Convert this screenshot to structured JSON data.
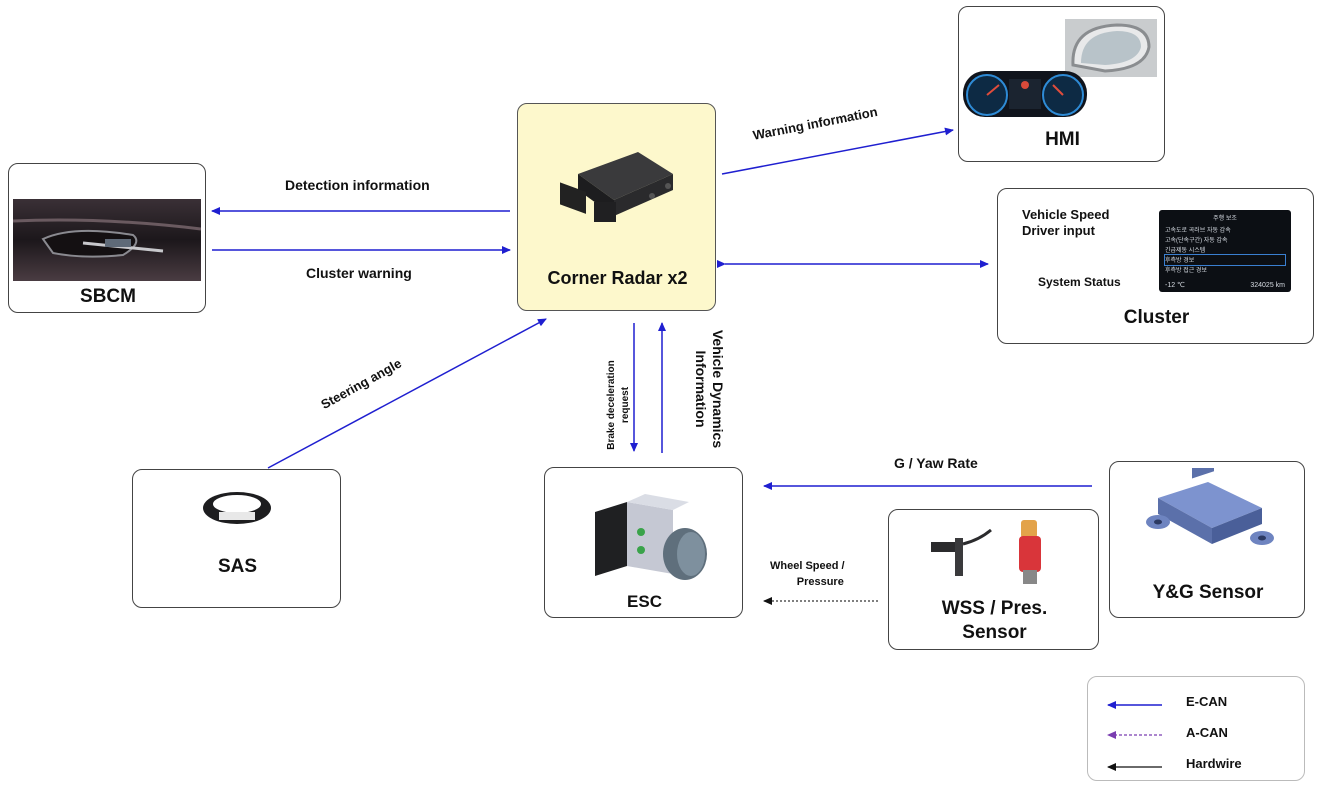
{
  "nodes": {
    "sbcm": {
      "title": "SBCM"
    },
    "radar": {
      "title": "Corner Radar x2"
    },
    "hmi": {
      "title": "HMI"
    },
    "cluster": {
      "title": "Cluster",
      "screen_header": "주행 보조",
      "screen_rows": [
        "고속도로 곡러브 자동 감속",
        "고속(단속구간) 자동 감속",
        "긴급제동 시스템",
        "후측방 경보",
        "후측방 접근 경보"
      ],
      "screen_temp": "-12 ℃",
      "screen_odo": "324025 km"
    },
    "sas": {
      "title": "SAS"
    },
    "esc": {
      "title": "ESC"
    },
    "wss": {
      "title_line1": "WSS / Pres.",
      "title_line2": "Sensor"
    },
    "yg": {
      "title": "Y&G Sensor"
    }
  },
  "edges": {
    "detection": "Detection information",
    "cluster_warning": "Cluster warning",
    "warning_info": "Warning information",
    "vehicle_speed": "Vehicle Speed",
    "driver_input": "Driver input",
    "system_status": "System Status",
    "steering": "Steering angle",
    "brake_line1": "Brake deceleration",
    "brake_line2": "request",
    "vdyn_line1": "Vehicle Dynamics",
    "vdyn_line2": "Information",
    "yaw": "G / Yaw Rate",
    "wheel_line1": "Wheel Speed /",
    "wheel_line2": "Pressure"
  },
  "legend": {
    "items": [
      {
        "label": "E-CAN",
        "color": "#1f1fd0",
        "style": "solid"
      },
      {
        "label": "A-CAN",
        "color": "#7a3db0",
        "style": "dashed"
      },
      {
        "label": "Hardwire",
        "color": "#111111",
        "style": "solid"
      }
    ]
  },
  "colors": {
    "ecan": "#1f1fd0",
    "hardwire": "#111111",
    "radar_fill": "#fdf8cc"
  }
}
